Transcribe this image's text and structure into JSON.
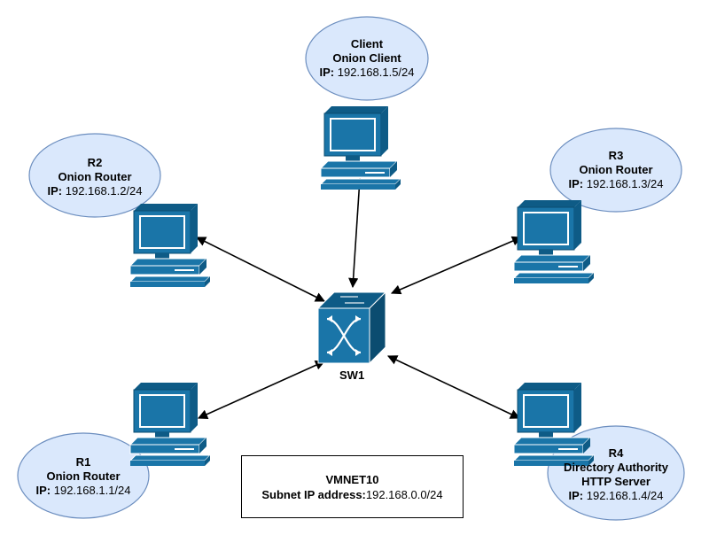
{
  "colors": {
    "device_fill": "#1a75a8",
    "device_dark": "#0e5b86",
    "ellipse_fill": "#dae8fc",
    "ellipse_stroke": "#6c8ebf",
    "link": "#000000"
  },
  "switch": {
    "label": "SW1",
    "icon": "network-switch-icon"
  },
  "nodes": [
    {
      "id": "client",
      "icon": "desktop-computer-icon",
      "name": "Client",
      "role": [
        "Onion Client"
      ],
      "ip_key": "IP:",
      "ip": " 192.168.1.5/24"
    },
    {
      "id": "r2",
      "icon": "desktop-computer-icon",
      "name": "R2",
      "role": [
        "Onion Router"
      ],
      "ip_key": "IP:",
      "ip": " 192.168.1.2/24"
    },
    {
      "id": "r3",
      "icon": "desktop-computer-icon",
      "name": "R3",
      "role": [
        "Onion Router"
      ],
      "ip_key": "IP:",
      "ip": " 192.168.1.3/24"
    },
    {
      "id": "r1",
      "icon": "desktop-computer-icon",
      "name": "R1",
      "role": [
        "Onion Router"
      ],
      "ip_key": "IP:",
      "ip": " 192.168.1.1/24"
    },
    {
      "id": "r4",
      "icon": "desktop-computer-icon",
      "name": "R4",
      "role": [
        "Directory Authority",
        "HTTP Server"
      ],
      "ip_key": "IP:",
      "ip": " 192.168.1.4/24"
    }
  ],
  "network": {
    "name": "VMNET10",
    "subnet_key": "Subnet IP address:",
    "subnet_value": "192.168.0.0/24"
  }
}
